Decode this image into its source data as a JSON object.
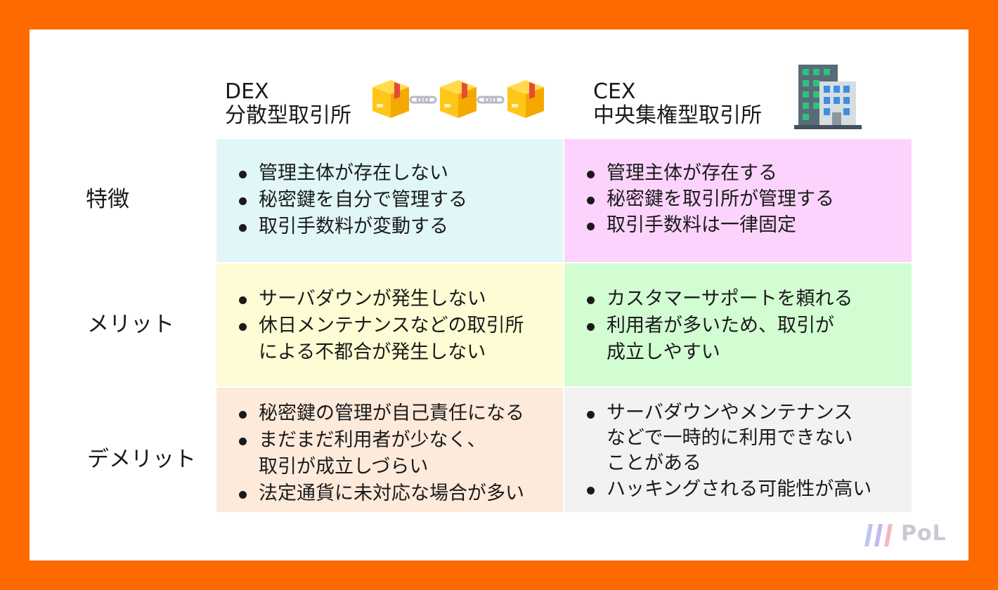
{
  "columns": {
    "dex": {
      "line1": "DEX",
      "line2": "分散型取引所"
    },
    "cex": {
      "line1": "CEX",
      "line2": "中央集権型取引所"
    }
  },
  "rows": {
    "features": {
      "label": "特徴",
      "dex": [
        "管理主体が存在しない",
        "秘密鍵を自分で管理する",
        "取引手数料が変動する"
      ],
      "cex": [
        "管理主体が存在する",
        "秘密鍵を取引所が管理する",
        "取引手数料は一律固定"
      ]
    },
    "merits": {
      "label": "メリット",
      "dex": [
        "サーバダウンが発生しない",
        "休日メンテナンスなどの取引所\nによる不都合が発生しない"
      ],
      "cex": [
        "カスタマーサポートを頼れる",
        "利用者が多いため、取引が\n成立しやすい"
      ]
    },
    "demerits": {
      "label": "デメリット",
      "dex": [
        "秘密鍵の管理が自己責任になる",
        "まだまだ利用者が少なく、\n取引が成立しづらい",
        "法定通貨に未対応な場合が多い"
      ],
      "cex": [
        "サーバダウンやメンテナンス\nなどで一時的に利用できない\nことがある",
        "ハッキングされる可能性が高い"
      ]
    }
  },
  "logo": {
    "text": "PoL"
  },
  "icons": {
    "dex": "blockchain-blocks-icon",
    "cex": "office-building-icon"
  },
  "colors": {
    "border": "#ff6a00",
    "dex_features": "#e0f6f7",
    "cex_features": "#fcd3fc",
    "dex_merits": "#fdfcd4",
    "cex_merits": "#d2fdd3",
    "dex_demerits": "#fdeadb",
    "cex_demerits": "#f2f2f2"
  }
}
